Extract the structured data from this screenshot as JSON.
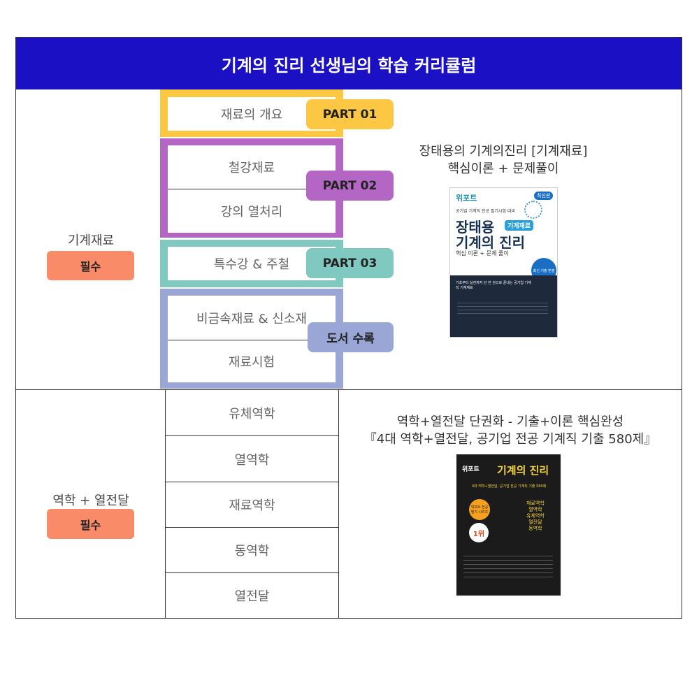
{
  "header": {
    "title": "기계의 진리 선생님의 학습 커리큘럼"
  },
  "section1": {
    "subject": "기계재료",
    "badge": "필수",
    "items": [
      "재료의 개요",
      "철강재료",
      "강의 열처리",
      "특수강 & 주철",
      "비금속재료 & 신소재",
      "재료시험"
    ],
    "parts": [
      "PART 01",
      "PART 02",
      "PART 03",
      "도서 수록"
    ],
    "book_title_line1": "장태용의 기계의진리 [기계재료]",
    "book_title_line2": "핵심이론 + 문제풀이",
    "cover": {
      "brand": "위포트",
      "badge": "최신판",
      "tagline": "공기업 기계직 전공 필기시험 대비",
      "title_main": "장태용",
      "title_tag": "기계재료",
      "title_sub": "기계의 진리",
      "subtitle": "핵심 이론 + 문제 풀이",
      "circle": "최신 기출 반영",
      "blurb": "기초부터 실전까지 단 한 권으로 끝내는 공기업 기계직 기계재료"
    }
  },
  "section2": {
    "subject": "역학 + 열전달",
    "badge": "필수",
    "items": [
      "유체역학",
      "열역학",
      "재료역학",
      "동역학",
      "열전달"
    ],
    "book_title_line1": "역학+열전달 단권화 - 기출+이론 핵심완성",
    "book_title_line2": "『4대 역학+열전달, 공기업 전공 기계직 기출 580제』",
    "cover": {
      "brand": "위포트",
      "title": "기계의 진리",
      "subtitle": "4대 역학+열전달, 공기업 전공 기계직 기출 580제",
      "circle1": "위포트 전공 필기 시리즈",
      "circle2": "1위",
      "subjects": [
        "재료역학",
        "열역학",
        "유체역학",
        "열전달",
        "동역학"
      ]
    }
  },
  "colors": {
    "header": "#1b10c4",
    "part01": "#fcc844",
    "part02": "#b466c4",
    "part03": "#80c9c0",
    "part04": "#9aa6d6",
    "badge": "#f98b68"
  }
}
